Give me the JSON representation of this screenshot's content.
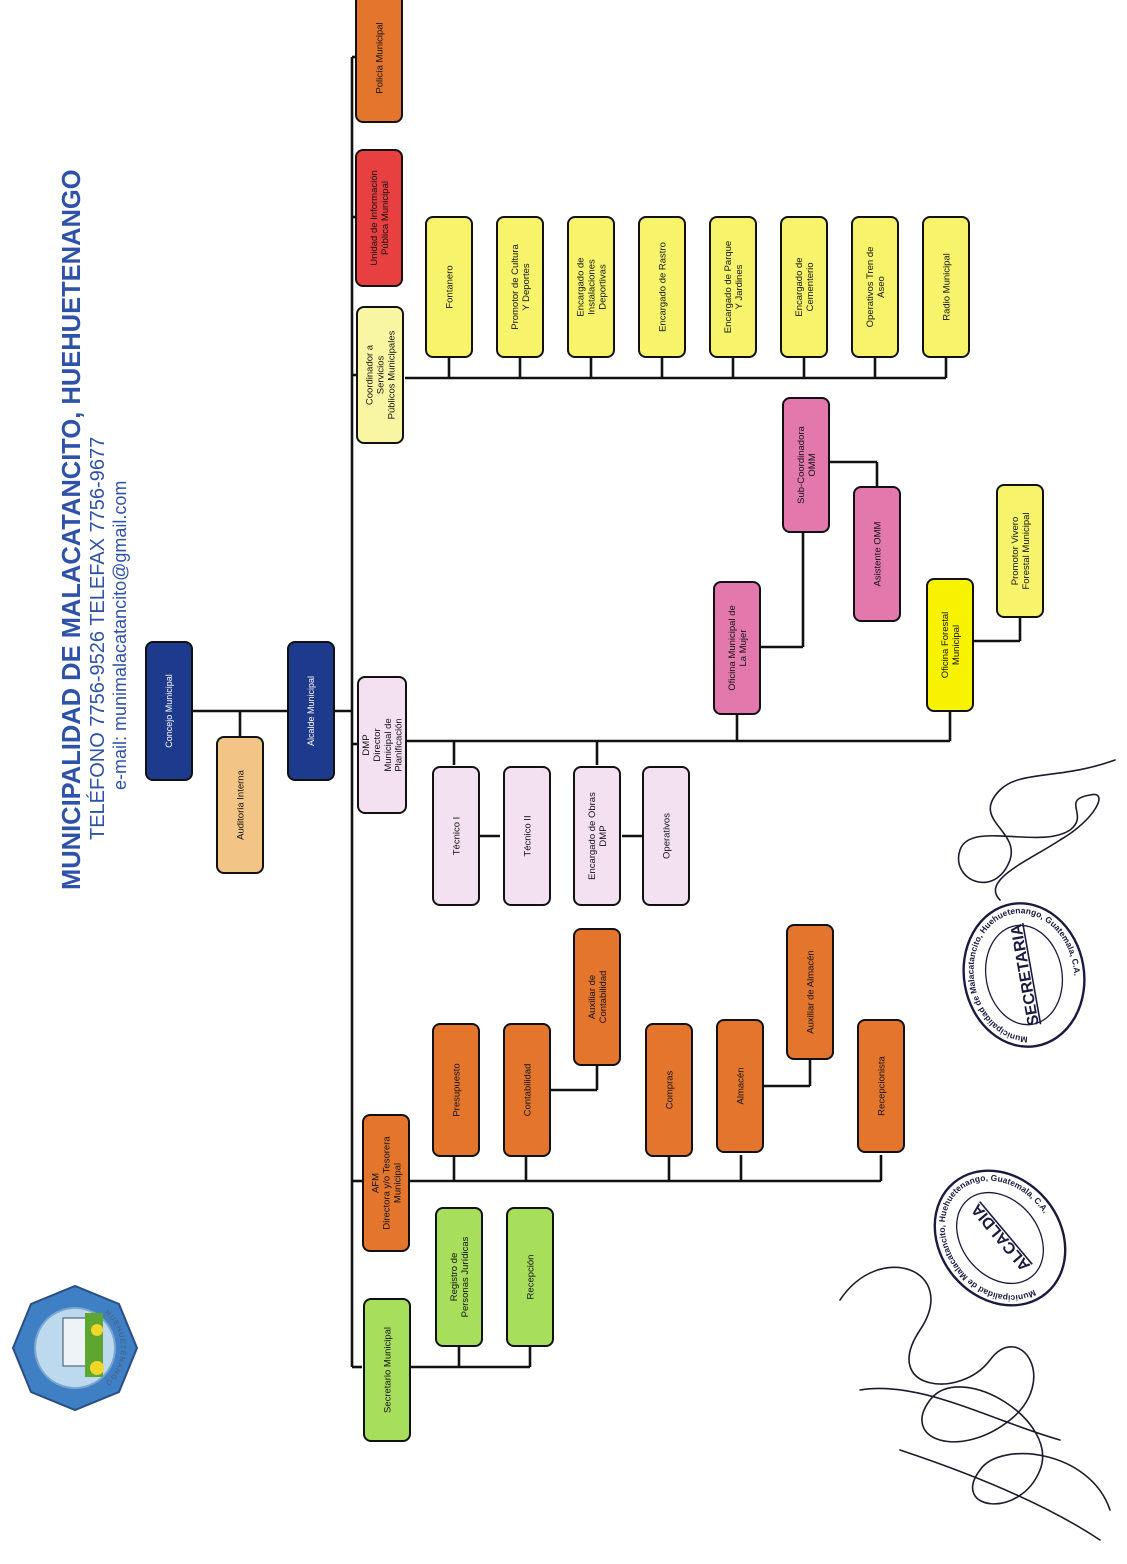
{
  "header": {
    "title": "MUNICIPALIDAD DE MALACATANCITO, HUEHUETENANGO",
    "phone": "TELÉFONO 7756-9526     TELEFAX  7756-9677",
    "email": "e-mail: munimalacatancito@gmail.com"
  },
  "logo": {
    "icon": "municipal-seal-icon",
    "ring_text": "HUEHUETENANGO"
  },
  "colors": {
    "navy": "#1e3a8c",
    "tan": "#f2c485",
    "lavender": "#f3e0f1",
    "pink": "#e378ad",
    "yellow": "#f7f36a",
    "pale_yellow": "#f8f6a2",
    "bright_yellow": "#f6f200",
    "red": "#e84040",
    "orange": "#e3752d",
    "green": "#a7de5c",
    "header": "#2f52a9",
    "stroke": "#111111"
  },
  "org_chart": {
    "concejo": "Concejo Municipal",
    "auditoria": "Auditoria Interna",
    "alcalde": "Alcalde Municipal",
    "policia": "Policía Municipal",
    "unidad_info": [
      "Unidad de Información",
      "Pública Municipal"
    ],
    "coordinador": [
      "Coordinador a",
      "Servicios",
      "Públicos Municipales"
    ],
    "servicios": [
      [
        "Fontanero"
      ],
      [
        "Promotor de Cultura",
        "Y Deportes"
      ],
      [
        "Encargado de",
        "Instalaciones",
        "Deportivas"
      ],
      [
        "Encargado de Rastro"
      ],
      [
        "Encargado de Parque",
        "Y Jardines"
      ],
      [
        "Encargado de",
        "Cementerio"
      ],
      [
        "Operativos Tren de",
        "Aseo"
      ],
      [
        "Radio Municipal"
      ]
    ],
    "dmp": [
      "DMP",
      "Director",
      "Municipal de",
      "Planificación"
    ],
    "dmp_children": [
      [
        "Técnico I"
      ],
      [
        "Técnico II"
      ],
      [
        "Encargado de Obras",
        "DMP"
      ],
      [
        "Operativos"
      ]
    ],
    "omm": [
      "Oficina Municipal de",
      "La Mujer"
    ],
    "sub_omm": [
      "Sub-Coordinadora",
      "OMM"
    ],
    "asistente_omm": [
      "Asistente OMM"
    ],
    "forestal": [
      "Oficina Forestal",
      "Municipal"
    ],
    "vivero": [
      "Promotor Vivero",
      "Forestal Municipal"
    ],
    "afm": [
      "AFM",
      "Directora y/o Tesorera",
      "Municipal"
    ],
    "afm_children": {
      "presupuesto": [
        "Presupuesto"
      ],
      "contabilidad": [
        "Contabilidad"
      ],
      "aux_contabilidad": [
        "Auxiliar de",
        "Contabilidad"
      ],
      "compras": [
        "Compras"
      ],
      "almacen": [
        "Almacén"
      ],
      "aux_almacen": [
        "Auxiliar de Almacén"
      ],
      "recepcionista": [
        "Recepcionista"
      ]
    },
    "secretario": [
      "Secretario Municipal"
    ],
    "secretario_children": [
      [
        "Registro de",
        "Personas Jurídicas"
      ],
      [
        "Recepción"
      ]
    ]
  },
  "stamps": [
    {
      "ring_text": "Municipalidad de Malacatancito, Huehuetenango, Guatemala, C.A.",
      "center": "SECRETARIA"
    },
    {
      "ring_text": "Municipalidad de Malacatancito, Huehuetenango, Guatemala, C.A.",
      "center": "ALCALDIA"
    }
  ]
}
